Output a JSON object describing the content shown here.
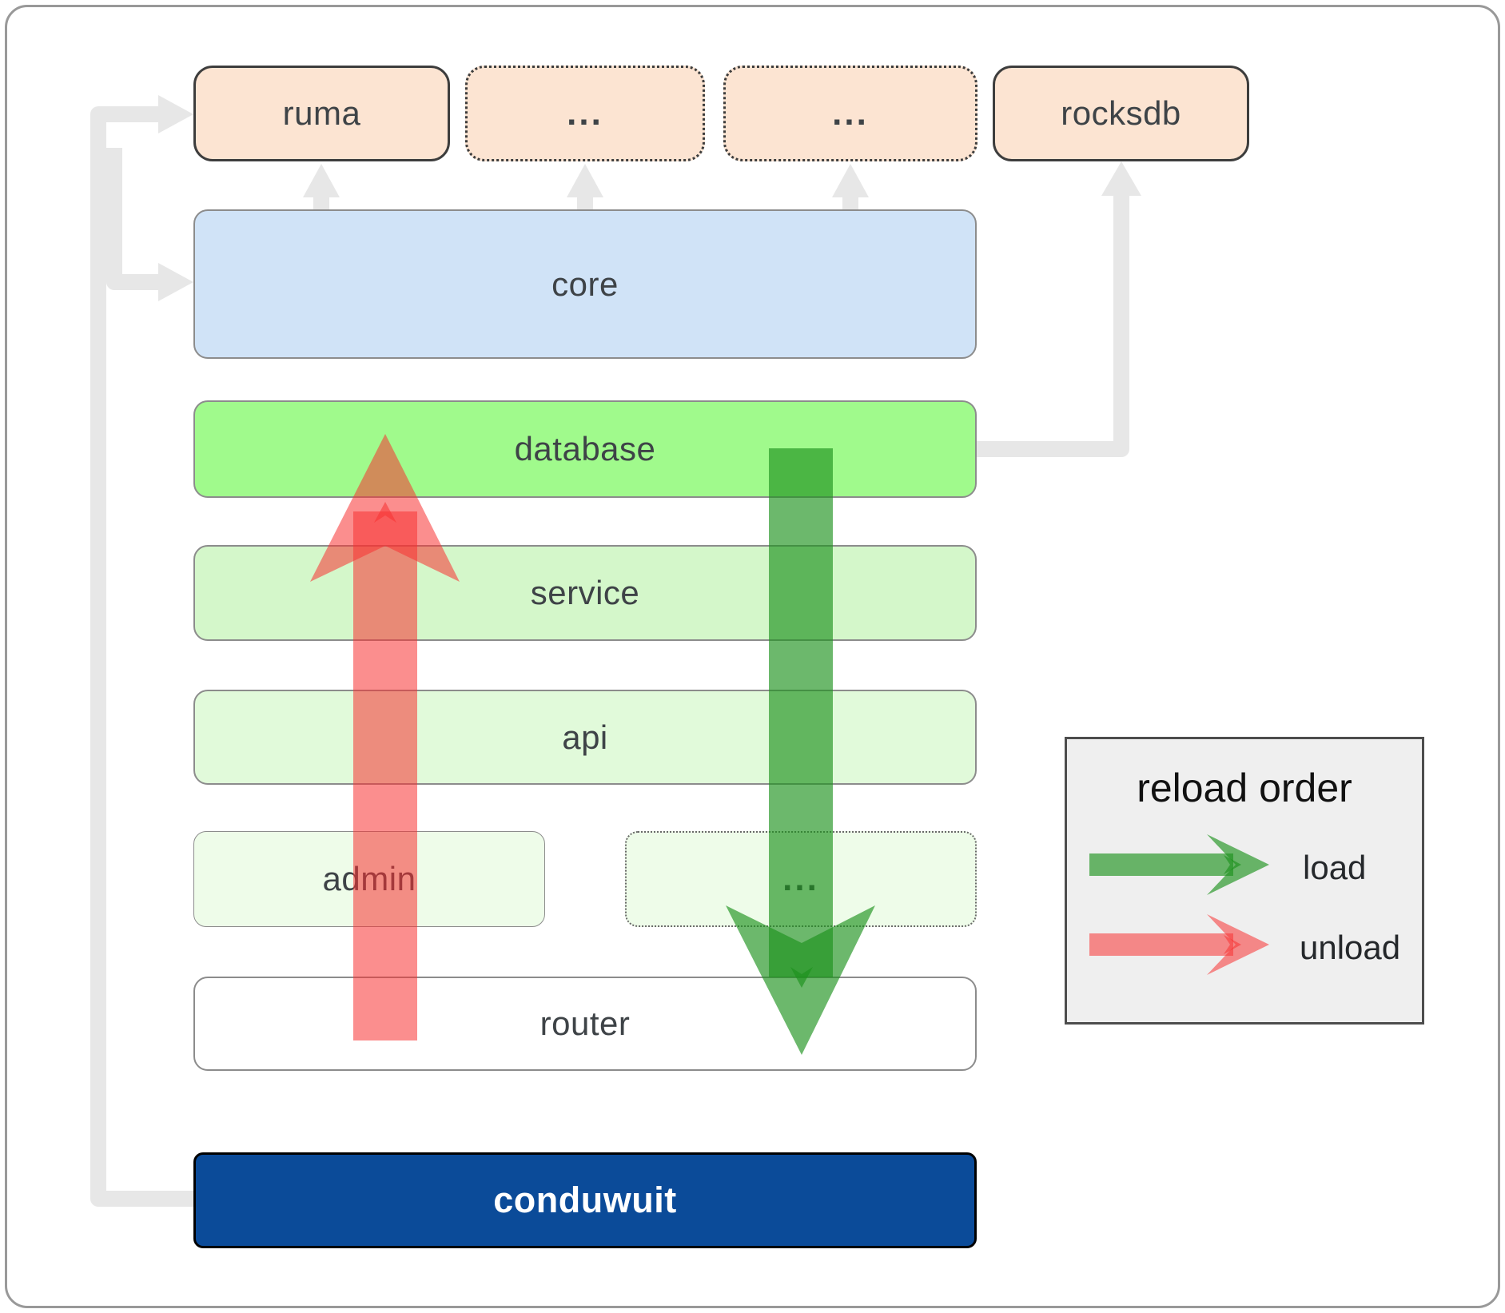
{
  "diagram": {
    "nodes": {
      "ruma": "ruma",
      "ellipsis_top_1": "...",
      "ellipsis_top_2": "...",
      "rocksdb": "rocksdb",
      "core": "core",
      "database": "database",
      "service": "service",
      "api": "api",
      "admin": "admin",
      "ellipsis_admin": "...",
      "router": "router",
      "conduwuit": "conduwuit"
    },
    "legend": {
      "title": "reload order",
      "load_label": "load",
      "unload_label": "unload"
    },
    "colors": {
      "dependency_box": "#fce4d2",
      "core_box": "#d0e3f7",
      "database_box": "#a0fa8c",
      "service_box": "#d4f7ca",
      "api_box": "#e1fada",
      "admin_box": "#eefce9",
      "router_box": "#ffffff",
      "conduwuit_box": "#0b4b99",
      "load_arrow_green": "#1d921d",
      "unload_arrow_red": "#f73232",
      "connector_gray": "#e7e7e7"
    }
  }
}
